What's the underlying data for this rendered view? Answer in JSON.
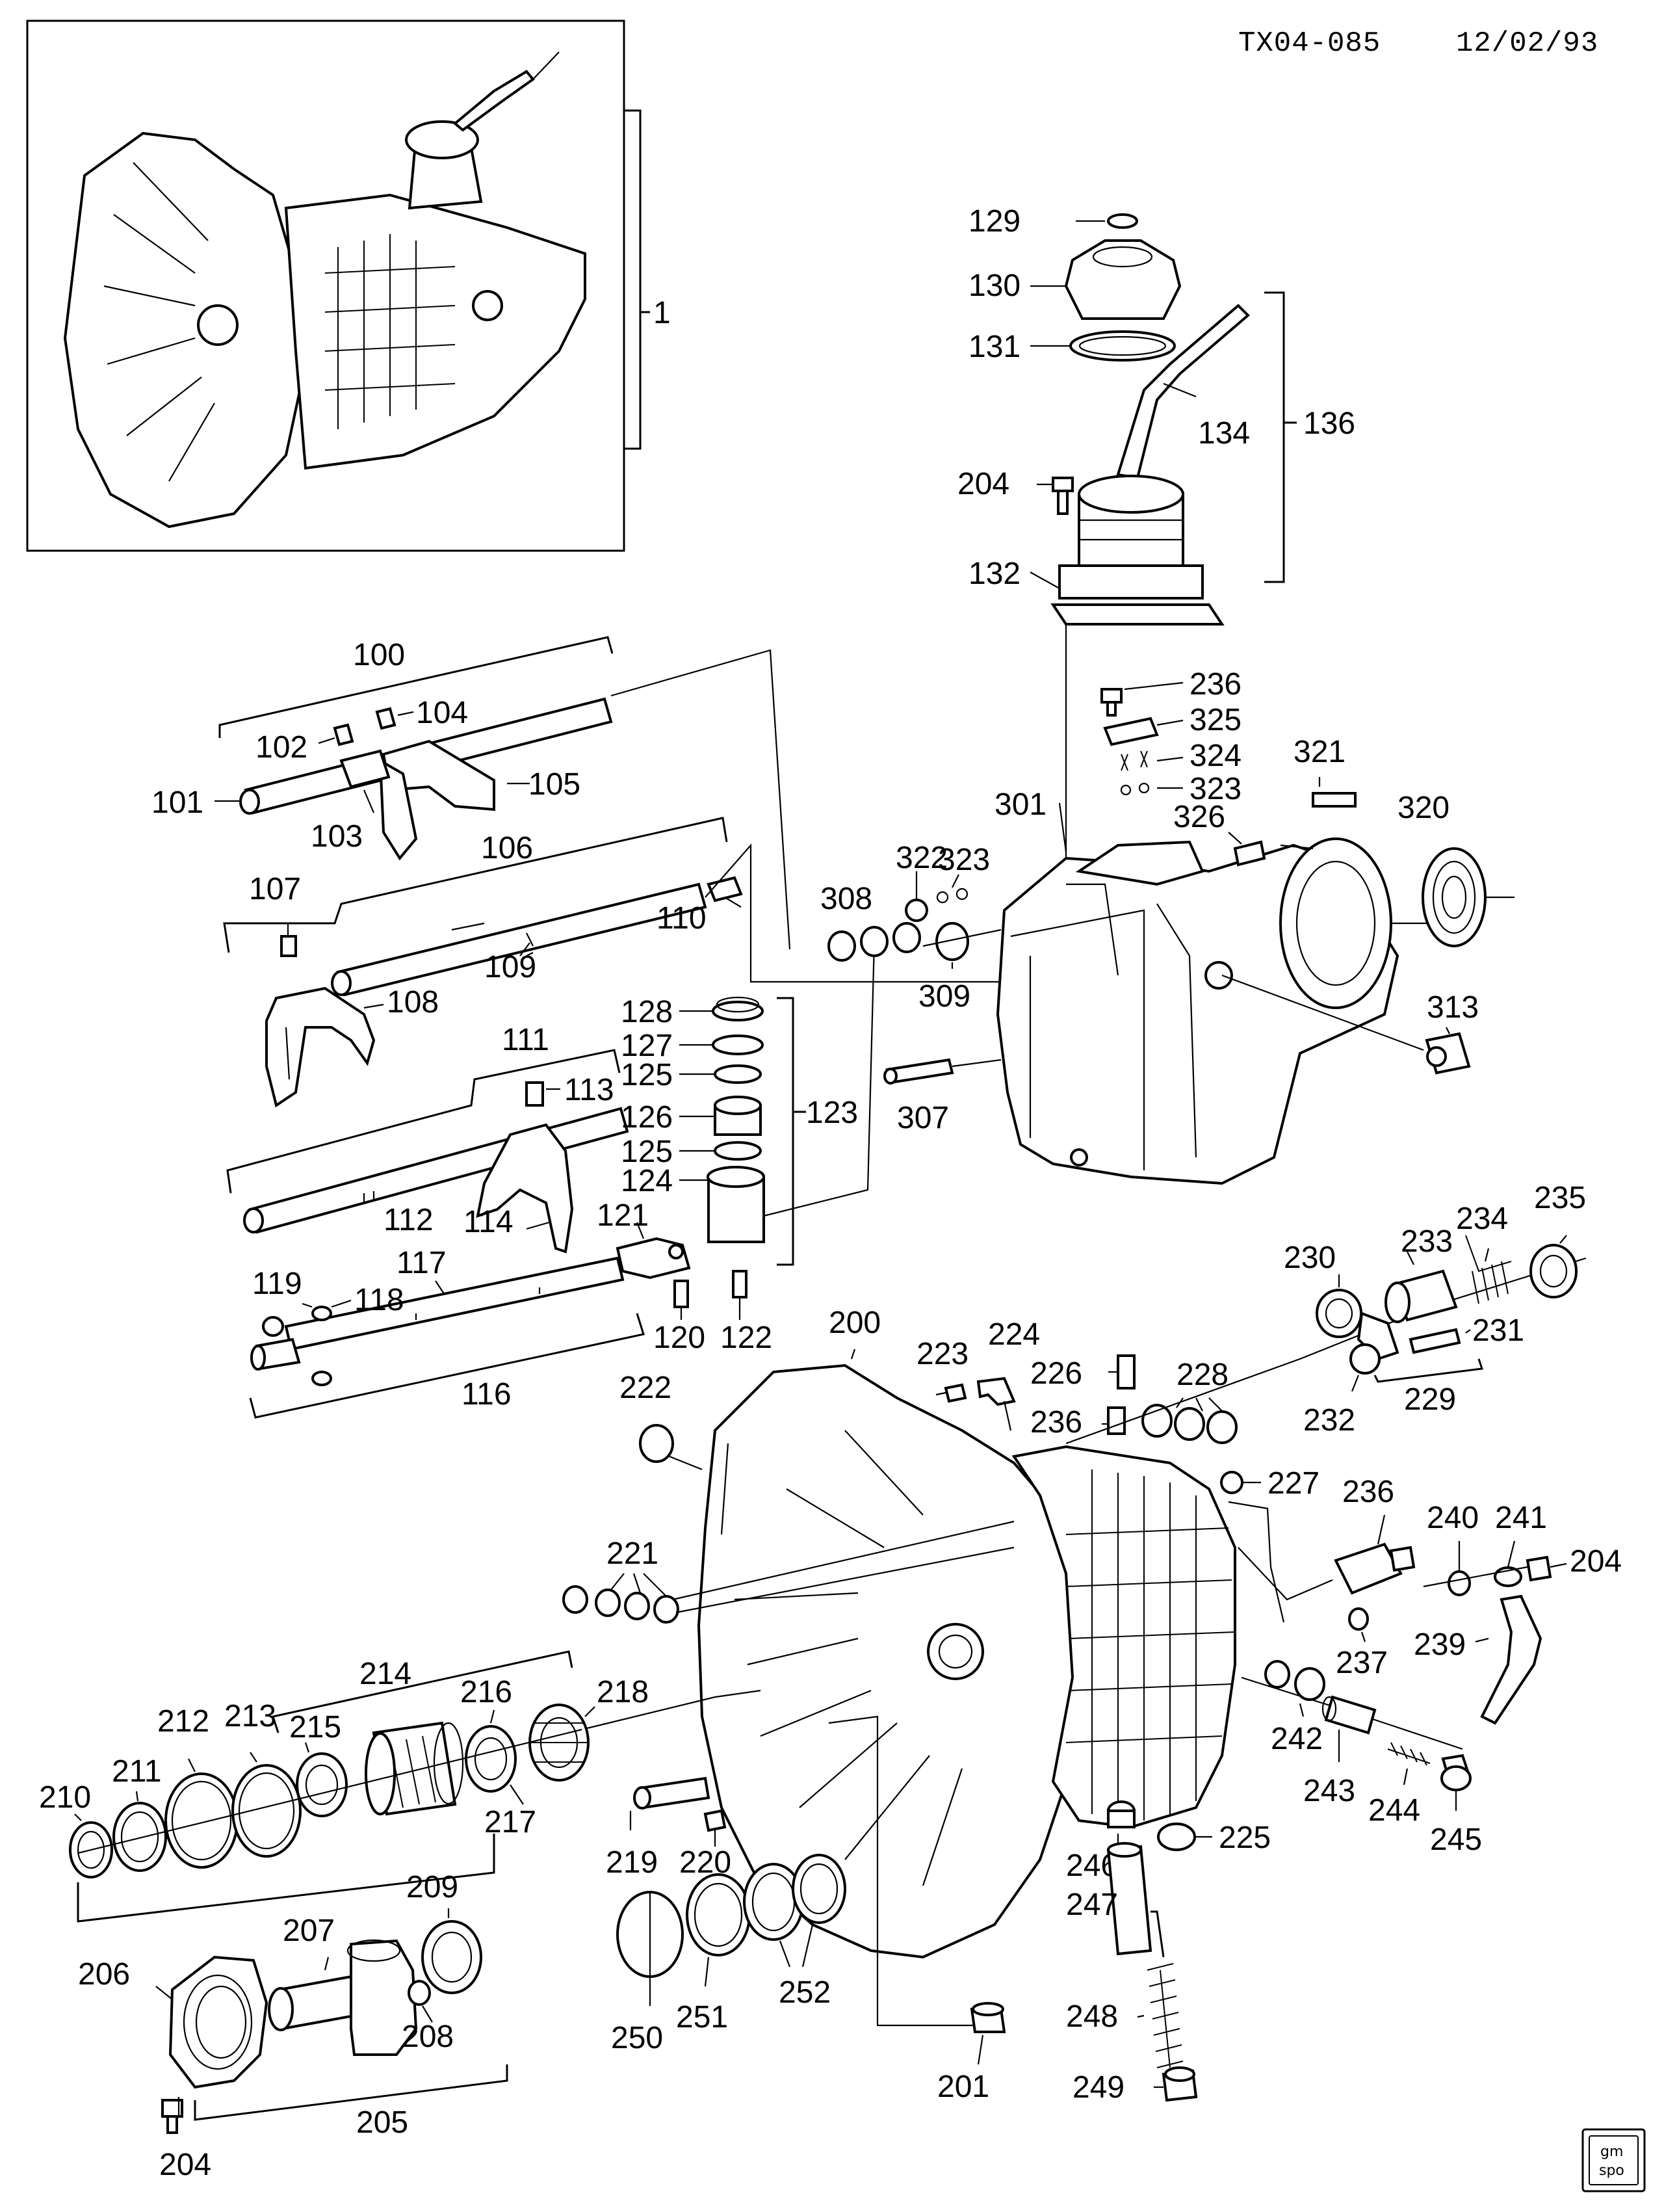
{
  "header": {
    "code": "TX04-085",
    "date": "12/02/93"
  },
  "logo": {
    "line1": "gm",
    "line2": "spo"
  },
  "callouts": {
    "c1": "1",
    "c100": "100",
    "c101": "101",
    "c102": "102",
    "c103": "103",
    "c104": "104",
    "c105": "105",
    "c106": "106",
    "c107": "107",
    "c108": "108",
    "c109": "109",
    "c110": "110",
    "c111": "111",
    "c112": "112",
    "c113": "113",
    "c114": "114",
    "c116": "116",
    "c117": "117",
    "c118": "118",
    "c119": "119",
    "c120": "120",
    "c121": "121",
    "c122": "122",
    "c123": "123",
    "c124": "124",
    "c125a": "125",
    "c125b": "125",
    "c126": "126",
    "c127": "127",
    "c128": "128",
    "c129": "129",
    "c130": "130",
    "c131": "131",
    "c132": "132",
    "c134": "134",
    "c136": "136",
    "c200": "200",
    "c201": "201",
    "c204a": "204",
    "c204b": "204",
    "c204c": "204",
    "c205": "205",
    "c206": "206",
    "c207": "207",
    "c208": "208",
    "c209": "209",
    "c210": "210",
    "c211": "211",
    "c212": "212",
    "c213": "213",
    "c214": "214",
    "c215": "215",
    "c216": "216",
    "c217": "217",
    "c218": "218",
    "c219": "219",
    "c220": "220",
    "c221": "221",
    "c222": "222",
    "c223": "223",
    "c224": "224",
    "c225": "225",
    "c226": "226",
    "c227": "227",
    "c228": "228",
    "c229": "229",
    "c230": "230",
    "c231": "231",
    "c232": "232",
    "c233": "233",
    "c234": "234",
    "c235": "235",
    "c236a": "236",
    "c236b": "236",
    "c236c": "236",
    "c237": "237",
    "c239": "239",
    "c240": "240",
    "c241": "241",
    "c242": "242",
    "c243": "243",
    "c244": "244",
    "c245": "245",
    "c246": "246",
    "c247": "247",
    "c248": "248",
    "c249": "249",
    "c250": "250",
    "c251": "251",
    "c252": "252",
    "c301": "301",
    "c307": "307",
    "c308": "308",
    "c309": "309",
    "c313": "313",
    "c320": "320",
    "c321": "321",
    "c322": "322",
    "c323a": "323",
    "c323b": "323",
    "c324": "324",
    "c325": "325",
    "c326": "326"
  }
}
